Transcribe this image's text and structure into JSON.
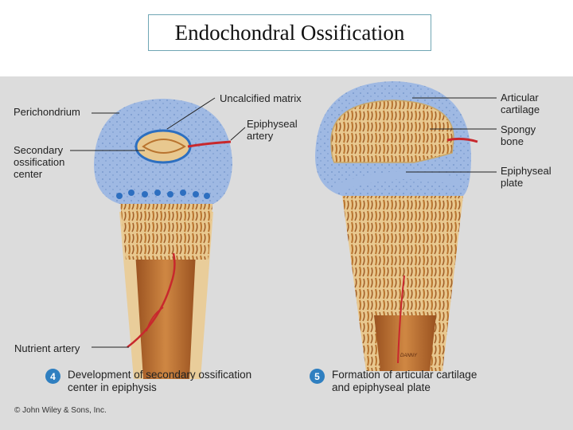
{
  "title": "Endochondral Ossification",
  "labels": {
    "perichondrium": "Perichondrium",
    "uncalcified_matrix": "Uncalcified matrix",
    "epiphyseal_artery": [
      "Epiphyseal",
      "artery"
    ],
    "secondary_ossification_center": [
      "Secondary",
      "ossification",
      "center"
    ],
    "nutrient_artery": "Nutrient artery",
    "articular_cartilage": [
      "Articular",
      "cartilage"
    ],
    "spongy_bone": [
      "Spongy",
      "bone"
    ],
    "epiphyseal_plate": [
      "Epiphyseal",
      "plate"
    ]
  },
  "steps": [
    {
      "number": "4",
      "lines": [
        "Development of secondary ossification",
        "center in epiphysis"
      ]
    },
    {
      "number": "5",
      "lines": [
        "Formation of articular cartilage",
        "and epiphyseal plate"
      ]
    }
  ],
  "copyright": "© John Wiley & Sons, Inc.",
  "signature": "DANNY",
  "colors": {
    "cartilage": "#9fb9e3",
    "spongy_bone": "#e8c88f",
    "marrow": "#b5682b",
    "artery": "#c8282d",
    "accent": "#2f7fc0",
    "background": "#dcdcdc"
  }
}
